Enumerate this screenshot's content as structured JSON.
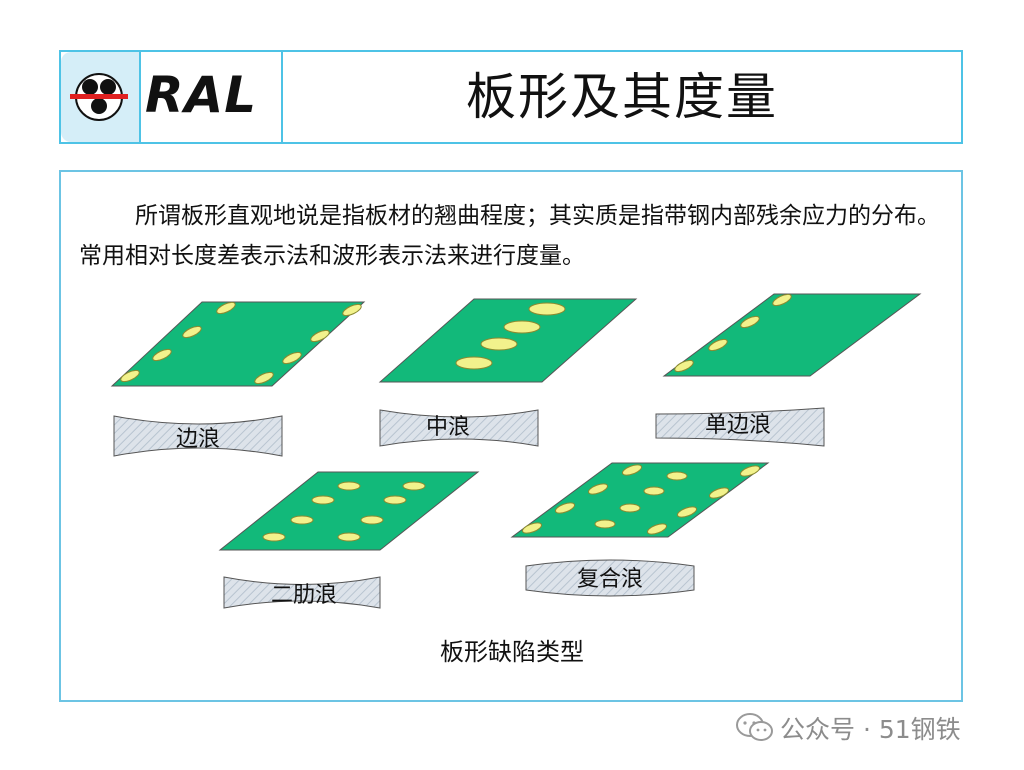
{
  "header": {
    "logo_text": "RAL",
    "title": "板形及其度量"
  },
  "content": {
    "paragraph": "所谓板形直观地说是指板材的翘曲程度；其实质是指带钢内部残余应力的分布。常用相对长度差表示法和波形表示法来进行度量。",
    "defects": [
      {
        "label": "边浪"
      },
      {
        "label": "中浪"
      },
      {
        "label": "单边浪"
      },
      {
        "label": "二肋浪"
      },
      {
        "label": "复合浪"
      }
    ],
    "caption": "板形缺陷类型"
  },
  "watermark": {
    "text": "公众号 · 51钢铁"
  },
  "colors": {
    "accent_border": "#4ec3e6",
    "plate_green": "#12b97a",
    "wave_yellow": "#f2f28c",
    "profile_fill": "#dde3ea"
  }
}
